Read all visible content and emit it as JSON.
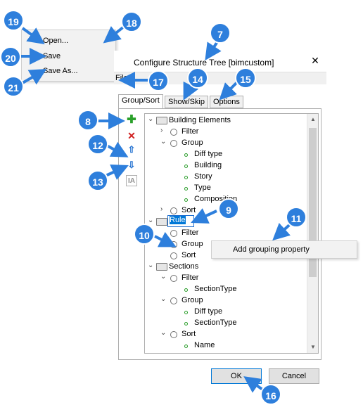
{
  "file_menu": {
    "items": [
      {
        "label": "Open..."
      },
      {
        "label": "Save"
      },
      {
        "label": "Save As..."
      }
    ]
  },
  "dialog": {
    "title": "Configure Structure Tree [bimcustom]",
    "menubar_file": "File",
    "tabs": [
      {
        "label": "Group/Sort"
      },
      {
        "label": "Show/Skip"
      },
      {
        "label": "Options"
      }
    ],
    "toolbar": [
      {
        "icon": "add-icon",
        "glyph": "✚",
        "color": "#2aa02a"
      },
      {
        "icon": "delete-icon",
        "glyph": "✕",
        "color": "#d02020"
      },
      {
        "icon": "move-up-icon",
        "glyph": "⇧",
        "color": "#1f6fd0"
      },
      {
        "icon": "move-down-icon",
        "glyph": "⇩",
        "color": "#1f6fd0"
      },
      {
        "icon": "rename-icon",
        "glyph": "IA",
        "color": "#909090"
      }
    ],
    "tree": {
      "rows": [
        {
          "label": "Building Elements"
        },
        {
          "label": "Filter"
        },
        {
          "label": "Group"
        },
        {
          "label": "Diff type"
        },
        {
          "label": "Building"
        },
        {
          "label": "Story"
        },
        {
          "label": "Type"
        },
        {
          "label": "Composition"
        },
        {
          "label": "Sort"
        },
        {
          "label": "Rule"
        },
        {
          "label": "Filter"
        },
        {
          "label": "Group"
        },
        {
          "label": "Sort"
        },
        {
          "label": "Sections"
        },
        {
          "label": "Filter"
        },
        {
          "label": "SectionType"
        },
        {
          "label": "Group"
        },
        {
          "label": "Diff type"
        },
        {
          "label": "SectionType"
        },
        {
          "label": "Sort"
        },
        {
          "label": "Name"
        }
      ]
    },
    "context_menu": {
      "item": "Add grouping property"
    },
    "ok_label": "OK",
    "cancel_label": "Cancel"
  },
  "callouts": [
    "19",
    "18",
    "7",
    "20",
    "21",
    "17",
    "14",
    "15",
    "8",
    "12",
    "13",
    "9",
    "11",
    "10",
    "16"
  ],
  "colors": {
    "callout": "#2e7fdc",
    "selection": "#0078d7"
  }
}
